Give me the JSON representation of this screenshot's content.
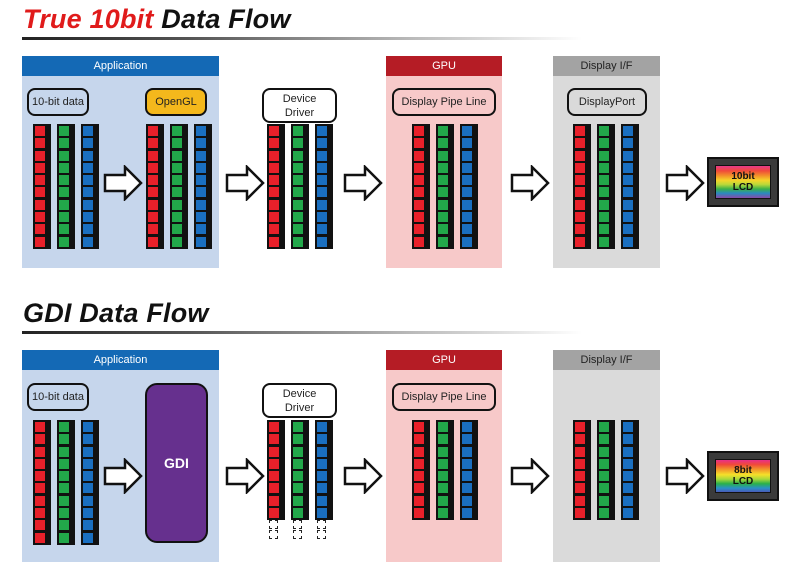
{
  "diagrams": [
    {
      "title_accent": "True 10bit",
      "title_rest": " Data Flow",
      "stages": {
        "application": {
          "header": "Application",
          "source_label": "10-bit data",
          "api_label": "OpenGL",
          "source_cells": 10,
          "api_cells": 10
        },
        "driver": {
          "label": "Device\nDriver",
          "cells": 10,
          "dropped_cells": 0
        },
        "gpu": {
          "header": "GPU",
          "label": "Display Pipe Line",
          "cells": 10
        },
        "display_if": {
          "header": "Display I/F",
          "label": "DisplayPort",
          "cells": 10
        },
        "lcd": {
          "label_line1": "10bit",
          "label_line2": "LCD"
        }
      }
    },
    {
      "title_accent": "",
      "title_rest": "GDI Data Flow",
      "stages": {
        "application": {
          "header": "Application",
          "source_label": "10-bit data",
          "api_label": "GDI",
          "source_cells": 10
        },
        "driver": {
          "label": "Device\nDriver",
          "cells": 8,
          "dropped_cells": 2
        },
        "gpu": {
          "header": "GPU",
          "label": "Display Pipe Line",
          "cells": 8
        },
        "display_if": {
          "header": "Display I/F",
          "cells": 8
        },
        "lcd": {
          "label_line1": "8bit",
          "label_line2": "LCD"
        }
      }
    }
  ],
  "colors": {
    "red_channel": "#e8202a",
    "green_channel": "#22a84a",
    "blue_channel": "#1a6fc0",
    "application": "#1469b5",
    "gpu": "#b51c25",
    "display_if": "#a3a3a3",
    "gdi": "#66308e",
    "opengl": "#f4b81c"
  }
}
